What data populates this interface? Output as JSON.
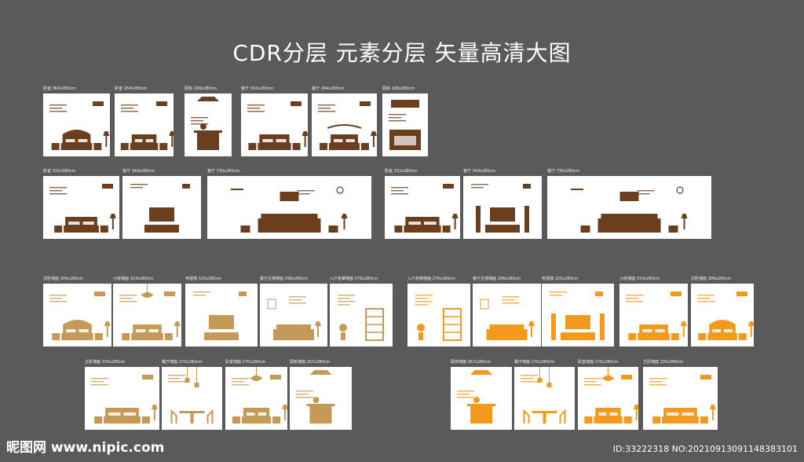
{
  "title": "CDR分层 元素分层 矢量高清大图",
  "colors": {
    "brown": "#6b3e1e",
    "light": "#c59a57",
    "orange": "#f39a1e",
    "bg": "#5a5a5a"
  },
  "rows": [
    {
      "panels": [
        {
          "label": "卧室 364x280cm",
          "tone": "brown",
          "scene": "bed-ornate"
        },
        {
          "label": "卧室 264x280cm",
          "tone": "brown",
          "scene": "bed"
        },
        {
          "label": "厨房 208x280cm",
          "tone": "brown",
          "scene": "desk-lamp"
        },
        {
          "label": "客厅 304x280cm",
          "tone": "brown",
          "scene": "bed-wide"
        },
        {
          "label": "客厅 264x280cm",
          "tone": "brown",
          "scene": "bed-canopy"
        },
        {
          "label": "厨房 208x280cm",
          "tone": "brown",
          "scene": "kitchen"
        }
      ]
    },
    {
      "panels": [
        {
          "label": "卧室 332x280cm",
          "tone": "brown",
          "scene": "bed"
        },
        {
          "label": "客厅 344x280cm",
          "tone": "brown",
          "scene": "tv"
        },
        {
          "label": "客厅 730x280cm",
          "tone": "brown",
          "scene": "living"
        },
        {
          "label": "卧室 332x280cm",
          "tone": "brown",
          "scene": "bed-wide"
        },
        {
          "label": "客厅 344x280cm",
          "tone": "brown",
          "scene": "tv-speakers"
        },
        {
          "label": "客厅 730x280cm",
          "tone": "brown",
          "scene": "living"
        }
      ]
    },
    {
      "panels": [
        {
          "label": "次卧墙面 306x280cm",
          "tone": "light",
          "scene": "bed-ornate"
        },
        {
          "label": "小房墙面 314x280cm",
          "tone": "light",
          "scene": "bed-chandelier"
        },
        {
          "label": "电视墙 325x280cm",
          "tone": "light",
          "scene": "tv"
        },
        {
          "label": "客厅主墙墙面 298x280cm",
          "tone": "light",
          "scene": "sofa"
        },
        {
          "label": "入户走廊墙面 276x280cm",
          "tone": "light",
          "scene": "bookshelf"
        },
        {
          "label": "入户走廊墙面 276x280cm",
          "tone": "orange",
          "scene": "bookshelf"
        },
        {
          "label": "客厅主墙墙面 298x280cm",
          "tone": "orange",
          "scene": "sofa"
        },
        {
          "label": "电视墙 325x280cm",
          "tone": "orange",
          "scene": "tv-speakers"
        },
        {
          "label": "小房墙面 314x280cm",
          "tone": "orange",
          "scene": "bed"
        },
        {
          "label": "次卧墙面 306x280cm",
          "tone": "orange",
          "scene": "bed-ornate"
        }
      ]
    },
    {
      "panels": [
        {
          "label": "主卧墙面 335x280cm",
          "tone": "light",
          "scene": "bed-wide"
        },
        {
          "label": "餐厅墙面 270x280cm",
          "tone": "light",
          "scene": "dining"
        },
        {
          "label": "卧室墙面 270x280cm",
          "tone": "light",
          "scene": "bed-chandelier"
        },
        {
          "label": "厨房墙面 267x280cm",
          "tone": "light",
          "scene": "desk-lamp"
        },
        {
          "label": "厨房墙面 267x280cm",
          "tone": "orange",
          "scene": "desk-lamp"
        },
        {
          "label": "餐厅墙面 270x280cm",
          "tone": "orange",
          "scene": "dining"
        },
        {
          "label": "卧室墙面 270x280cm",
          "tone": "orange",
          "scene": "bed-chandelier"
        },
        {
          "label": "主卧墙面 335x280cm",
          "tone": "orange",
          "scene": "bed-wide"
        }
      ]
    }
  ],
  "footer": {
    "logo": "昵图网 www.nipic.com",
    "id": "ID:33222318 NO:20210913091148383101"
  }
}
